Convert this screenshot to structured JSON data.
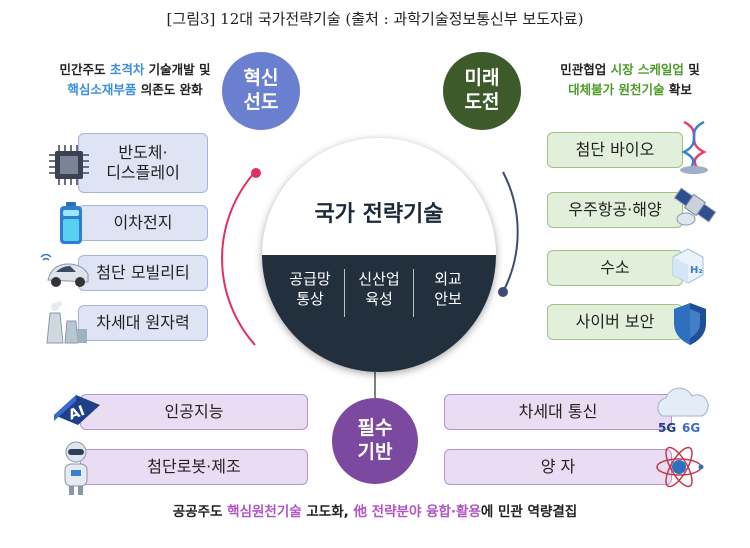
{
  "caption": "[그림3] 12대 국가전략기술 (출처 : 과학기술정보통신부 보도자료)",
  "center": {
    "title": "국가 전략기술",
    "items": [
      {
        "line1": "공급망",
        "line2": "통상"
      },
      {
        "line1": "신산업",
        "line2": "육성"
      },
      {
        "line1": "외교",
        "line2": "안보"
      }
    ]
  },
  "innovation": {
    "circle_line1": "혁신",
    "circle_line2": "선도",
    "desc_prefix": "민간주도 ",
    "desc_hl1": "초격차",
    "desc_mid": " 기술개발 및",
    "desc_hl2": "핵심소재부품",
    "desc_suffix": " 의존도 완화",
    "items": [
      "반도체·\n디스플레이",
      "이차전지",
      "첨단 모빌리티",
      "차세대 원자력"
    ]
  },
  "future": {
    "circle_line1": "미래",
    "circle_line2": "도전",
    "desc_prefix": "민관협업 ",
    "desc_hl1": "시장 스케일업",
    "desc_mid": " 및",
    "desc_hl2": "대체불가 원천기술",
    "desc_suffix": " 확보",
    "items": [
      "첨단 바이오",
      "우주항공·해양",
      "수소",
      "사이버 보안"
    ]
  },
  "essential": {
    "circle_line1": "필수",
    "circle_line2": "기반",
    "left_items": [
      "인공지능",
      "첨단로봇·제조"
    ],
    "right_items": [
      "차세대 통신",
      "양 자"
    ]
  },
  "footer": {
    "prefix": "공공주도 ",
    "hl1": "핵심원천기술",
    "mid": " 고도화, ",
    "hl2": "他 전략분야 융합·활용",
    "suffix": "에 민관 역량결집"
  },
  "icon_labels": {
    "ai": "AI",
    "h2": "H₂",
    "g5": "5G",
    "g6": "6G"
  },
  "colors": {
    "innovation": "#6b7fd0",
    "future": "#3d5a2a",
    "essential": "#7b4aa0",
    "center_dark": "#22303e"
  }
}
